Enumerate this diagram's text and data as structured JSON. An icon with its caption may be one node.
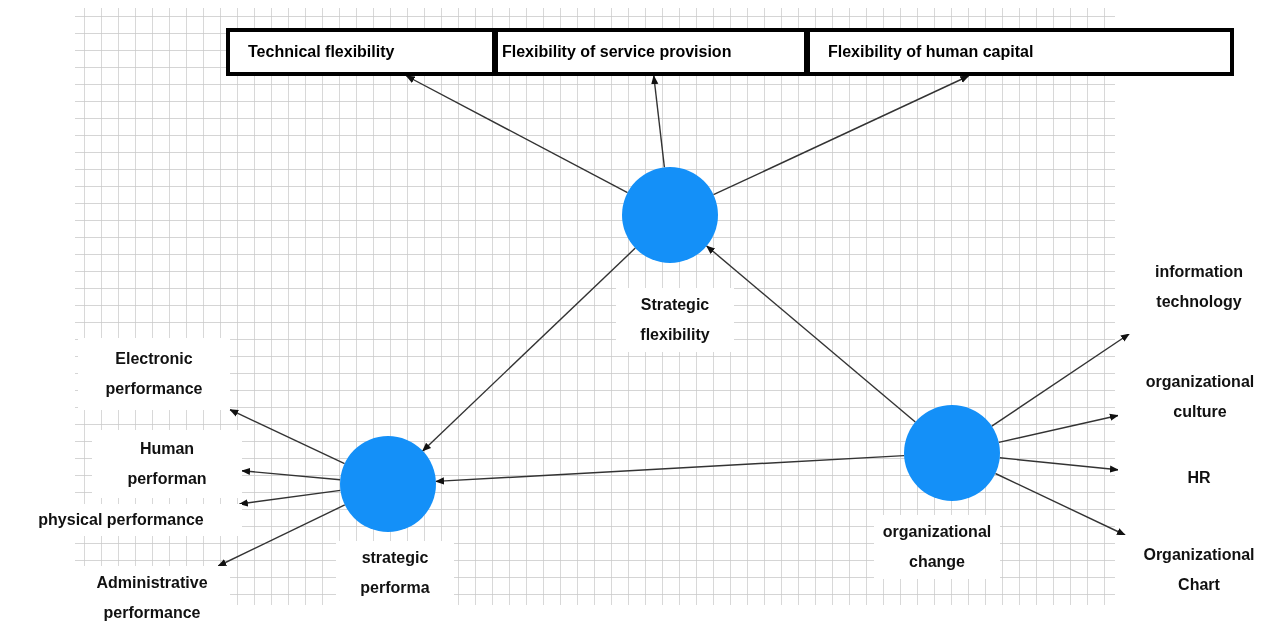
{
  "diagram": {
    "nodes": [
      {
        "text": [
          "Technical flexibility"
        ]
      },
      {
        "text": [
          "Flexibility of service provision"
        ]
      },
      {
        "text": [
          "Flexibility of human  capital"
        ]
      },
      {
        "text": [],
        "shape": "circle",
        "beside": [
          "Strategic flexibility"
        ]
      },
      {
        "text": [],
        "shape": "circle",
        "beside": [
          "strategic performa"
        ]
      },
      {
        "text": [],
        "shape": "circle",
        "beside": [
          "organizational change"
        ]
      },
      {
        "text": [
          "information technology"
        ]
      },
      {
        "text": [
          "organizational culture"
        ]
      },
      {
        "text": [
          "HR"
        ]
      },
      {
        "text": [
          "Organizational Chart"
        ]
      },
      {
        "text": [
          "Electronic performance"
        ]
      },
      {
        "text": [
          "Human performan"
        ]
      },
      {
        "text": [
          "physical performance"
        ]
      },
      {
        "text": [
          "Administrative performance"
        ]
      }
    ],
    "edges": [
      {
        "from": 3,
        "to": 0,
        "arrow": "to"
      },
      {
        "from": 3,
        "to": 1,
        "arrow": "to"
      },
      {
        "from": 3,
        "to": 2,
        "arrow": "to"
      },
      {
        "from": 3,
        "to": 4,
        "arrow": "to"
      },
      {
        "from": 5,
        "to": 3,
        "arrow": "to"
      },
      {
        "from": 5,
        "to": 4,
        "arrow": "to"
      },
      {
        "from": 5,
        "to": 6,
        "arrow": "to"
      },
      {
        "from": 5,
        "to": 7,
        "arrow": "to"
      },
      {
        "from": 5,
        "to": 8,
        "arrow": "to"
      },
      {
        "from": 5,
        "to": 9,
        "arrow": "to"
      },
      {
        "from": 4,
        "to": 10,
        "arrow": "to"
      },
      {
        "from": 4,
        "to": 11,
        "arrow": "to"
      },
      {
        "from": 4,
        "to": 12,
        "arrow": "to"
      },
      {
        "from": 4,
        "to": 13,
        "arrow": "to"
      }
    ]
  }
}
